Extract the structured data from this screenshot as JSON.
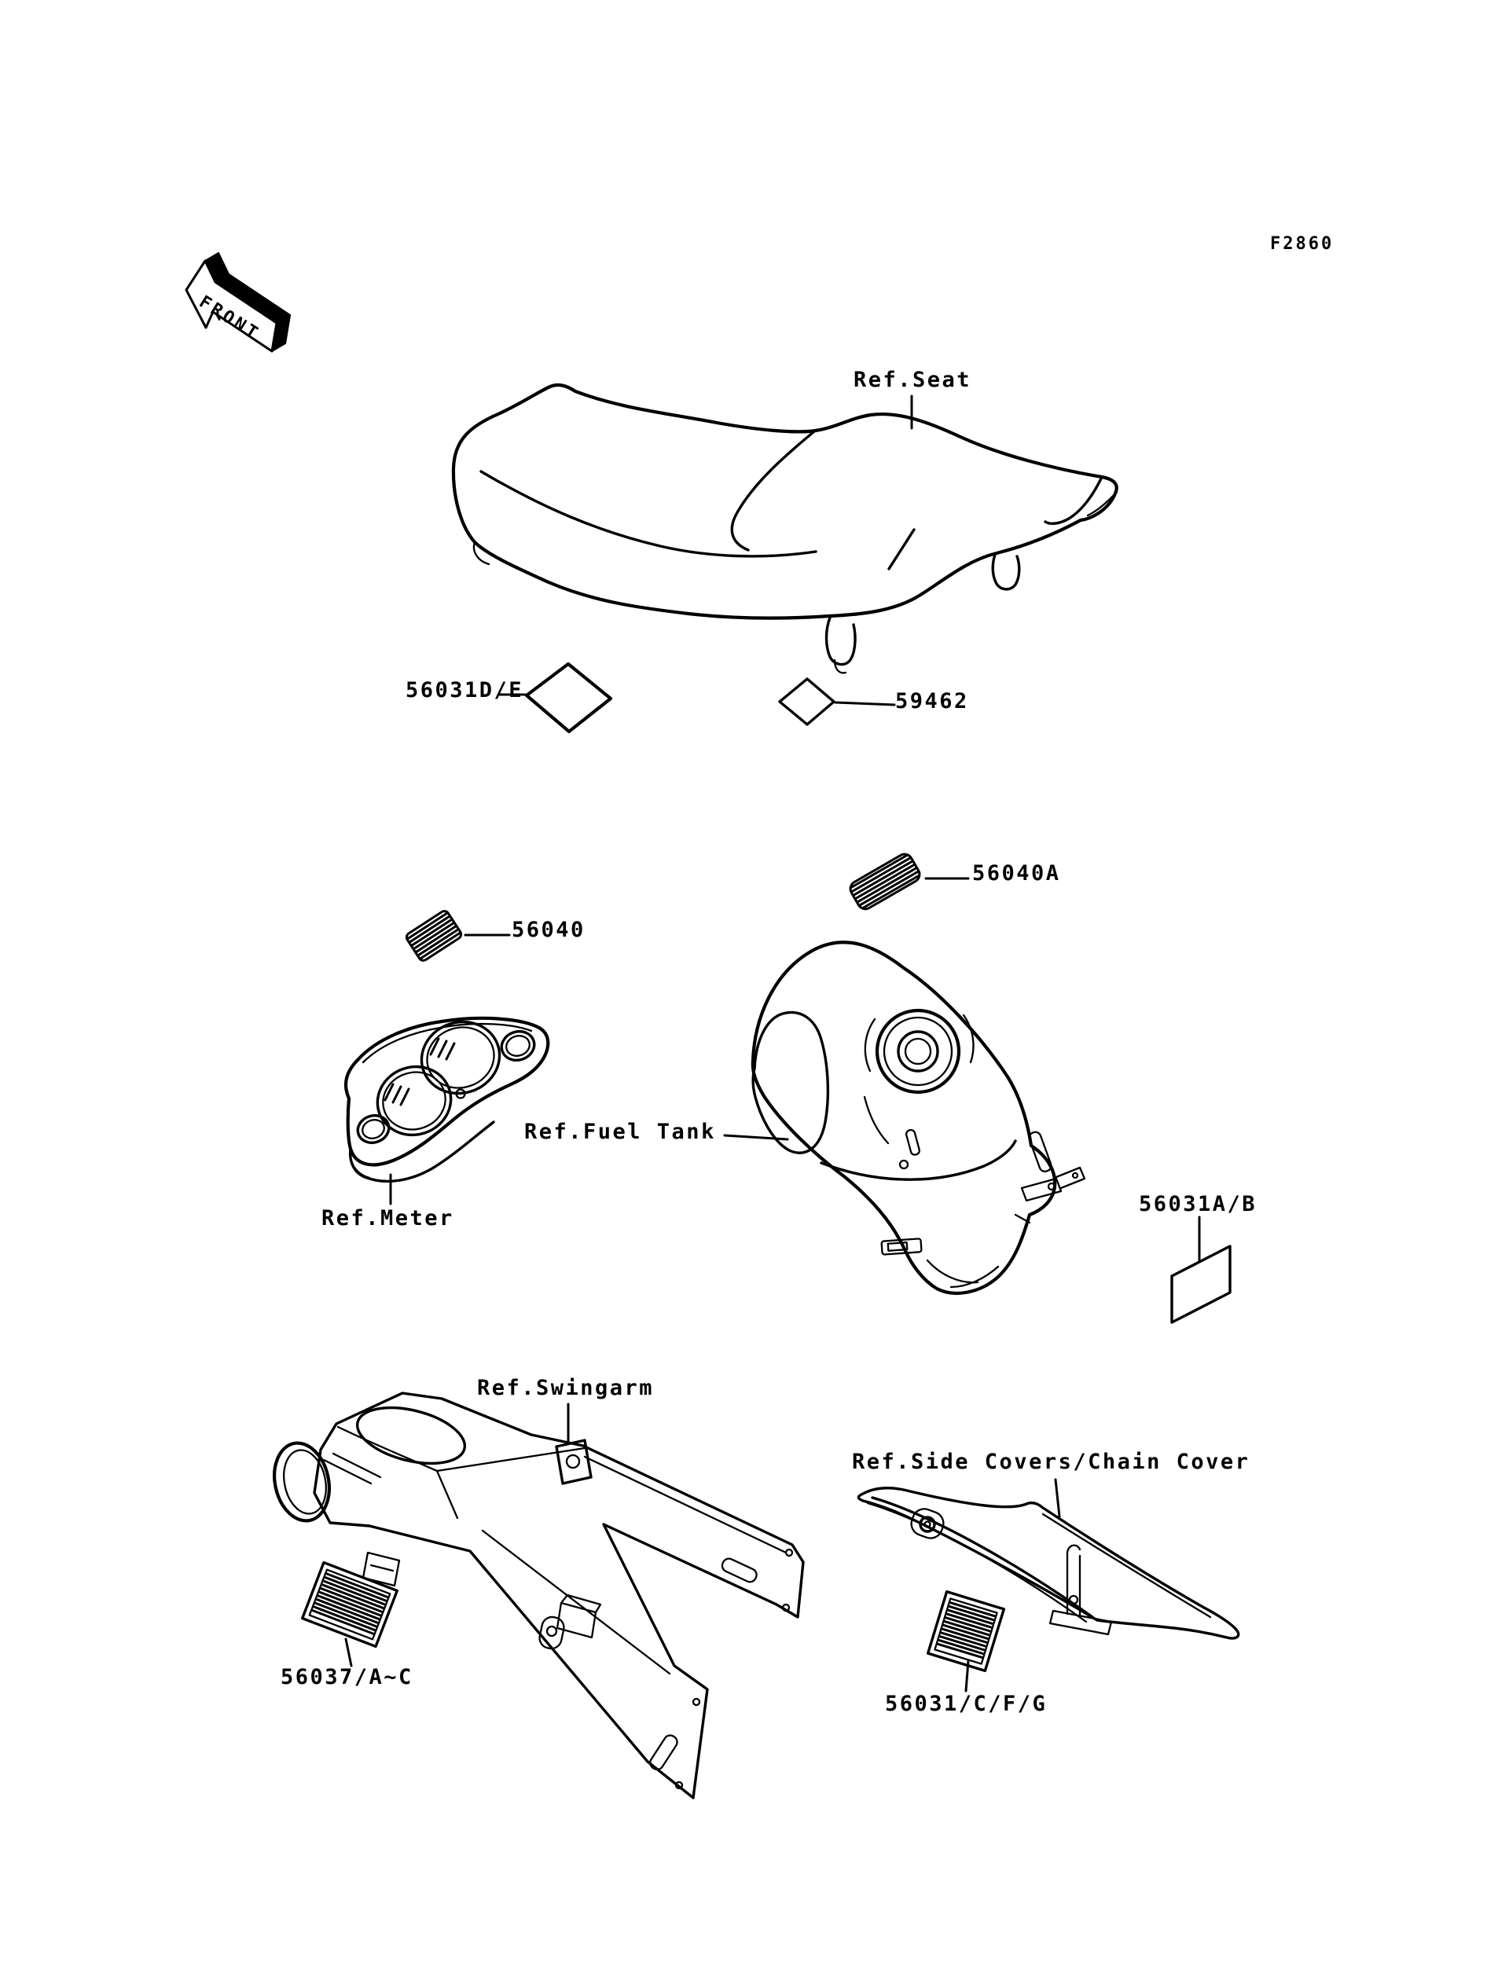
{
  "page": {
    "figure_code": "F2860",
    "front_marker": "FRONT",
    "ink_color": "#000000",
    "paper_color": "#ffffff"
  },
  "seat": {
    "ref": "Ref.Seat",
    "decal_left": "56031D/E",
    "decal_right": "59462"
  },
  "meter": {
    "ref": "Ref.Meter",
    "decal": "56040"
  },
  "fuel_tank": {
    "ref": "Ref.Fuel Tank",
    "decal_top": "56040A",
    "decal_side": "56031A/B"
  },
  "swingarm": {
    "ref": "Ref.Swingarm",
    "decal": "56037/A~C"
  },
  "side_cover": {
    "ref": "Ref.Side Covers/Chain Cover",
    "decal": "56031/C/F/G"
  }
}
